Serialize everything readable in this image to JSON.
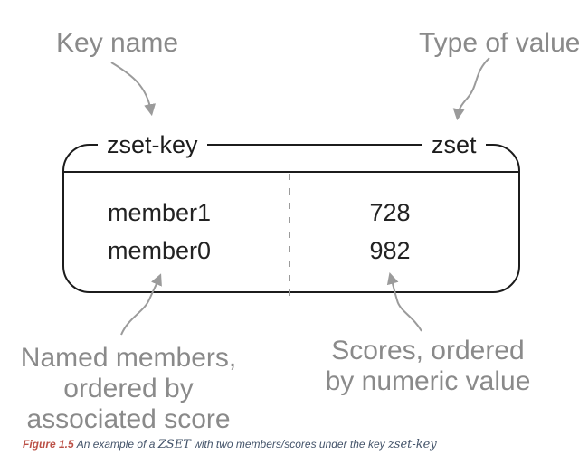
{
  "annotations": {
    "key_name": "Key name",
    "type_of_value": "Type of value",
    "named_members": "Named members,\nordered by\nassociated score",
    "scores": "Scores, ordered\nby numeric value"
  },
  "box": {
    "key": "zset-key",
    "type": "zset",
    "rows": [
      {
        "member": "member1",
        "score": "728"
      },
      {
        "member": "member0",
        "score": "982"
      }
    ]
  },
  "caption": {
    "figure_label": "Figure 1.5",
    "prefix": "An example of a ",
    "code_type": "ZSET",
    "middle": " with two members/scores under the key ",
    "code_key": "zset-key"
  },
  "colors": {
    "annotation_gray": "#8a8a8a",
    "arrow_gray": "#9b9b9b",
    "box_border": "#1c1c1c",
    "caption_red": "#bb5046",
    "caption_blue": "#44546a"
  }
}
